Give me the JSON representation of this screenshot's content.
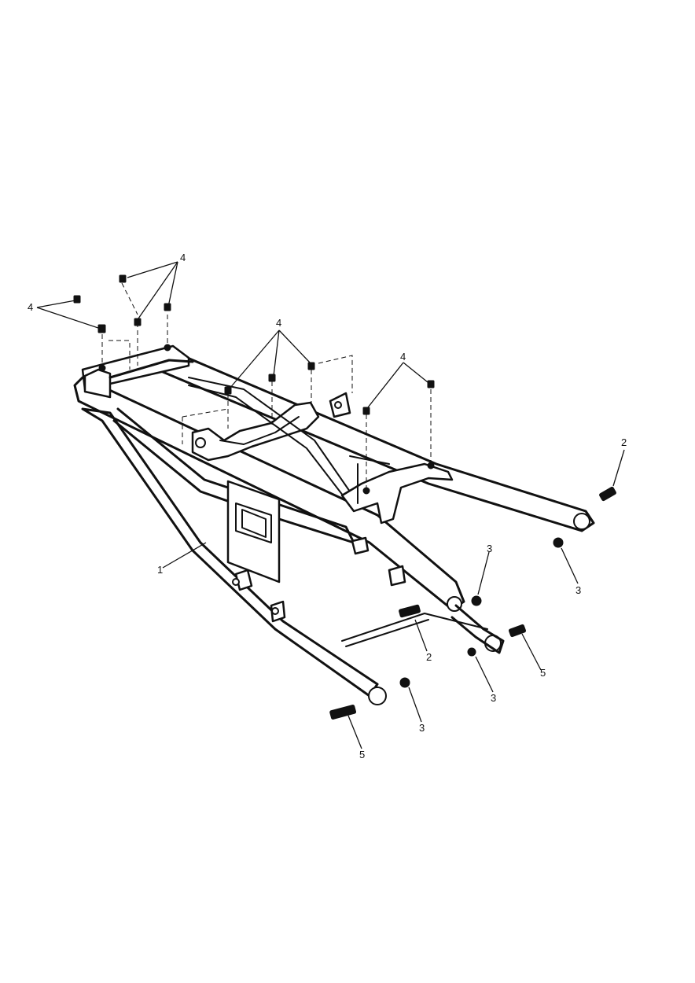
{
  "callouts": [
    {
      "id": "c1",
      "label": "1"
    },
    {
      "id": "c2a",
      "label": "2"
    },
    {
      "id": "c2b",
      "label": "2"
    },
    {
      "id": "c3a",
      "label": "3"
    },
    {
      "id": "c3b",
      "label": "3"
    },
    {
      "id": "c3c",
      "label": "3"
    },
    {
      "id": "c3d",
      "label": "3"
    },
    {
      "id": "c4a",
      "label": "4"
    },
    {
      "id": "c4b",
      "label": "4"
    },
    {
      "id": "c4c",
      "label": "4"
    },
    {
      "id": "c4d",
      "label": "4"
    },
    {
      "id": "c5a",
      "label": "5"
    },
    {
      "id": "c5b",
      "label": "5"
    }
  ]
}
